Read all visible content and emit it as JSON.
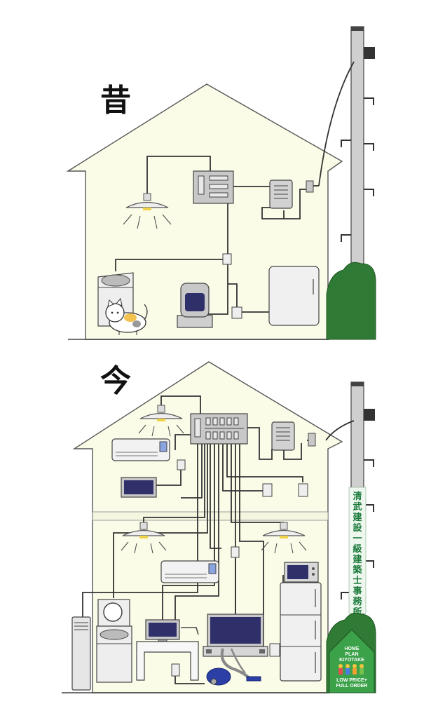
{
  "labels": {
    "before": "昔",
    "now": "今"
  },
  "pole_banner": {
    "chars": [
      "清",
      "武",
      "建",
      "設",
      "一",
      "級",
      "建",
      "築",
      "士",
      "事",
      "務",
      "所"
    ]
  },
  "signboard": {
    "line1": "HOME",
    "line2": "PLAN",
    "line3": "KIYOTAKE",
    "line4": "LOW PRICE+",
    "line5": "FULL ORDER"
  },
  "colors": {
    "house_fill": "#fbfce8",
    "outline": "#555555",
    "wire": "#333333",
    "appliance_gray": "#c8c8c8",
    "screen": "#2f2f6a",
    "bush_green": "#2f7a35",
    "sign_green": "#3ca24a",
    "pole_gray": "#cfcfcf"
  },
  "icons": [
    "cat-icon",
    "vacuum-icon",
    "lamp-icon",
    "fridge-icon",
    "tv-icon",
    "washer-icon",
    "microwave-icon",
    "air-conditioner-icon",
    "computer-icon",
    "breaker-panel-icon",
    "meter-icon",
    "utility-pole-icon",
    "bush-icon",
    "outlet-icon"
  ]
}
